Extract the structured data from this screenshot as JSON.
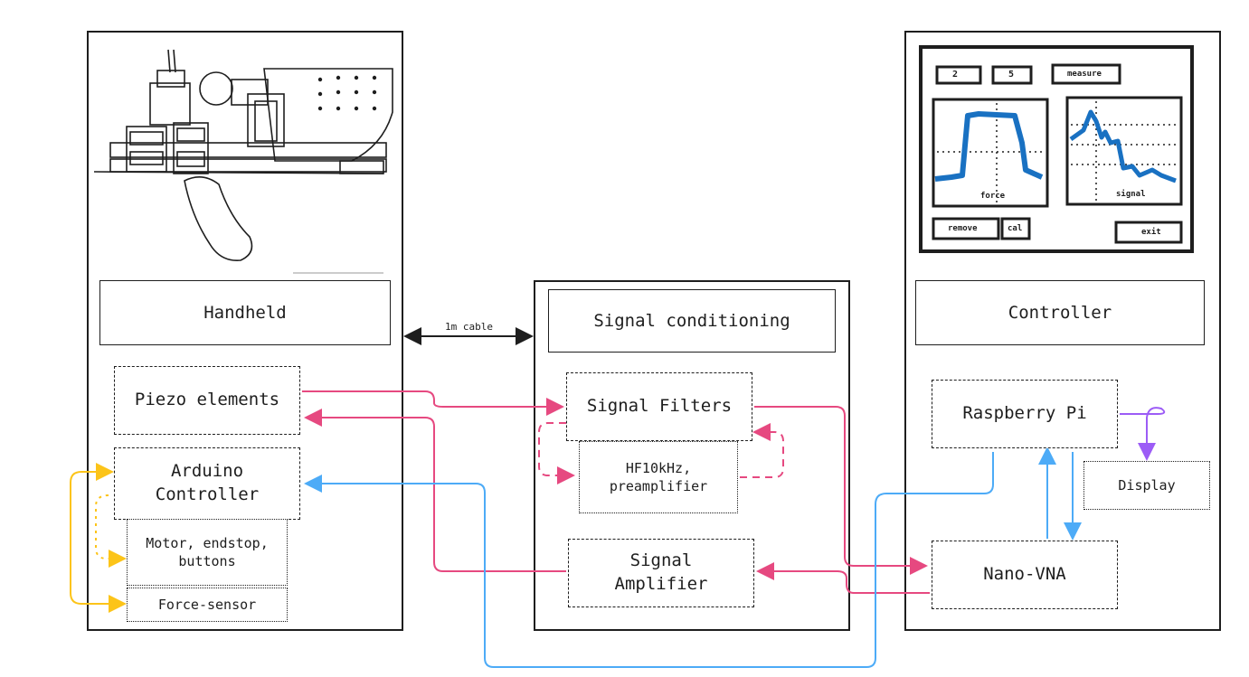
{
  "panels": {
    "handheld": {
      "title": "Handheld"
    },
    "signal": {
      "title": "Signal conditioning"
    },
    "controller": {
      "title": "Controller"
    }
  },
  "cable_label": "1m cable",
  "nodes": {
    "piezo": "Piezo elements",
    "arduino": "Arduino\nController",
    "motor": "Motor, endstop,\nbuttons",
    "force": "Force-sensor",
    "filters": "Signal Filters",
    "hf": "HF10kHz,\npreamplifier",
    "amp": "Signal\nAmplifier",
    "rpi": "Raspberry Pi",
    "display": "Display",
    "vna": "Nano-VNA"
  },
  "ui_sketch": {
    "stepper1_value": "2",
    "stepper2_value": "5",
    "measure_label": "measure",
    "plot1_label": "force",
    "plot2_label": "signal",
    "remove_label": "remove",
    "cal_label": "cal",
    "exit_label": "exit"
  },
  "colors": {
    "signal": "#e64980",
    "data": "#4dabf7",
    "control": "#fcc419",
    "display": "#9c5cf6",
    "stroke": "#1e1e1e"
  }
}
